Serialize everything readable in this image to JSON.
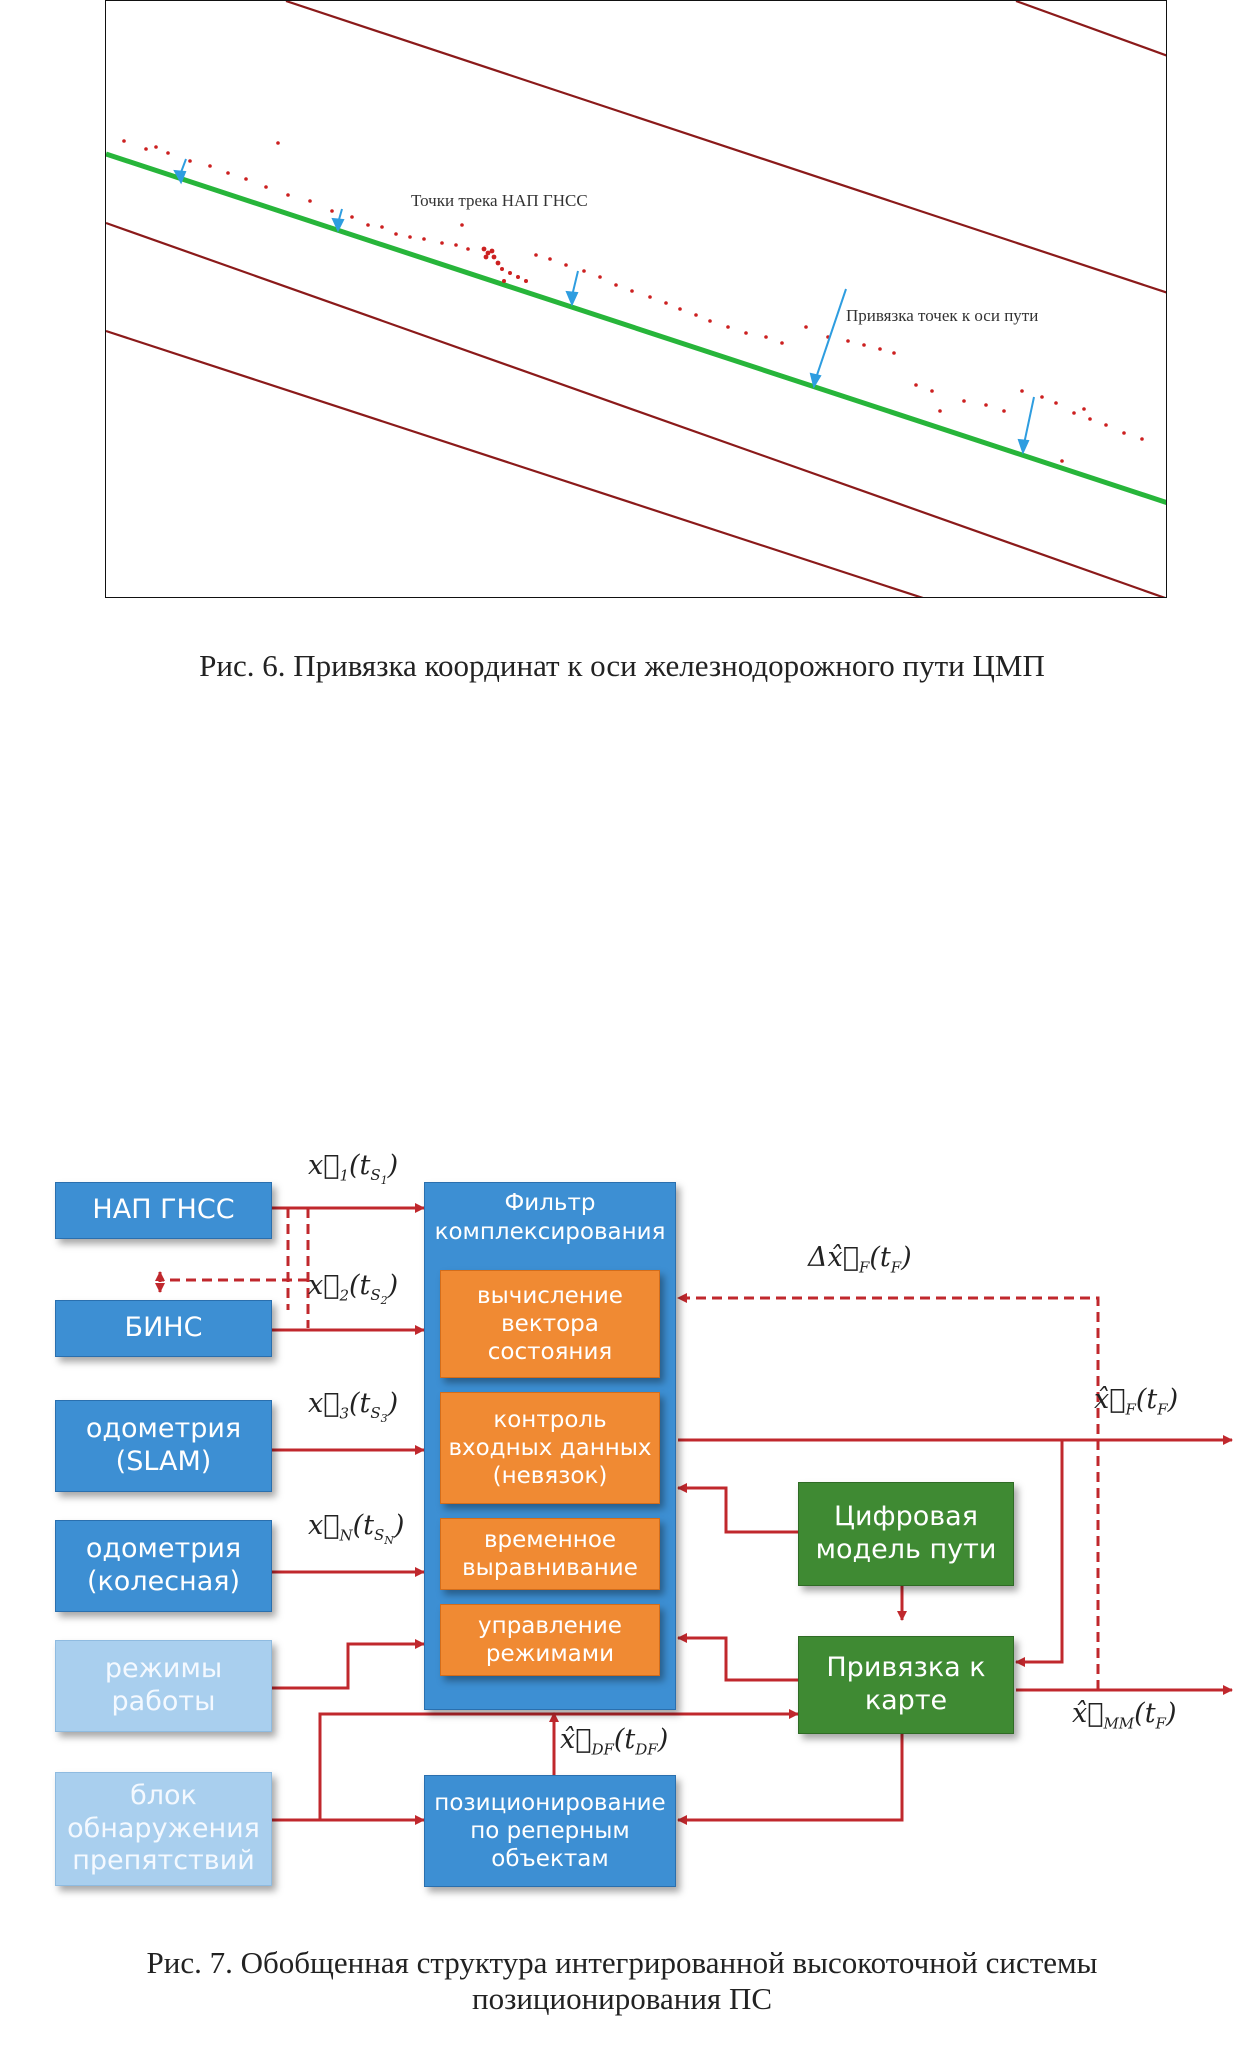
{
  "figure6": {
    "label_track": "Точки трека НАП ГНСС",
    "label_snap": "Привязка точек к оси пути",
    "caption": "Рис. 6. Привязка координат к оси железнодорожного пути ЦМП"
  },
  "figure7": {
    "blocks": {
      "gnss": "НАП ГНСС",
      "bins": "БИНС",
      "odometry_slam": "одометрия (SLAM)",
      "odometry_wheel": "одометрия (колесная)",
      "modes": "режимы работы",
      "obstacle": "блок обнаружения препятствий",
      "filter_title": "Фильтр комплексирования",
      "state_vector": "вычисление вектора состояния",
      "input_control": "контроль входных данных (невязок)",
      "time_align": "временное выравнивание",
      "mode_control": "управление режимами",
      "digital_model": "Цифровая модель пути",
      "map_matching": "Привязка к карте",
      "landmark_positioning": "позиционирование по реперным объектам"
    },
    "signals": {
      "x1": "x₁(t_S₁)",
      "x2": "x₂(t_S₂)",
      "x3": "x₃(t_S₃)",
      "xN": "x_N(t_S_N)",
      "delta_xF": "Δx̂_F(t_F)",
      "xF": "x̂_F(t_F)",
      "xMM": "x̂_MM(t_F)",
      "xDF": "x̂_DF(t_DF)"
    },
    "colors": {
      "block_blue": "#3d8fd3",
      "block_light_blue": "#a9cfee",
      "block_green": "#3f8a33",
      "block_orange": "#f08a33",
      "arrow_red": "#c0282d"
    },
    "caption_line1": "Рис. 7. Обобщенная структура интегрированной высокоточной системы",
    "caption_line2": "позиционирования ПС"
  }
}
